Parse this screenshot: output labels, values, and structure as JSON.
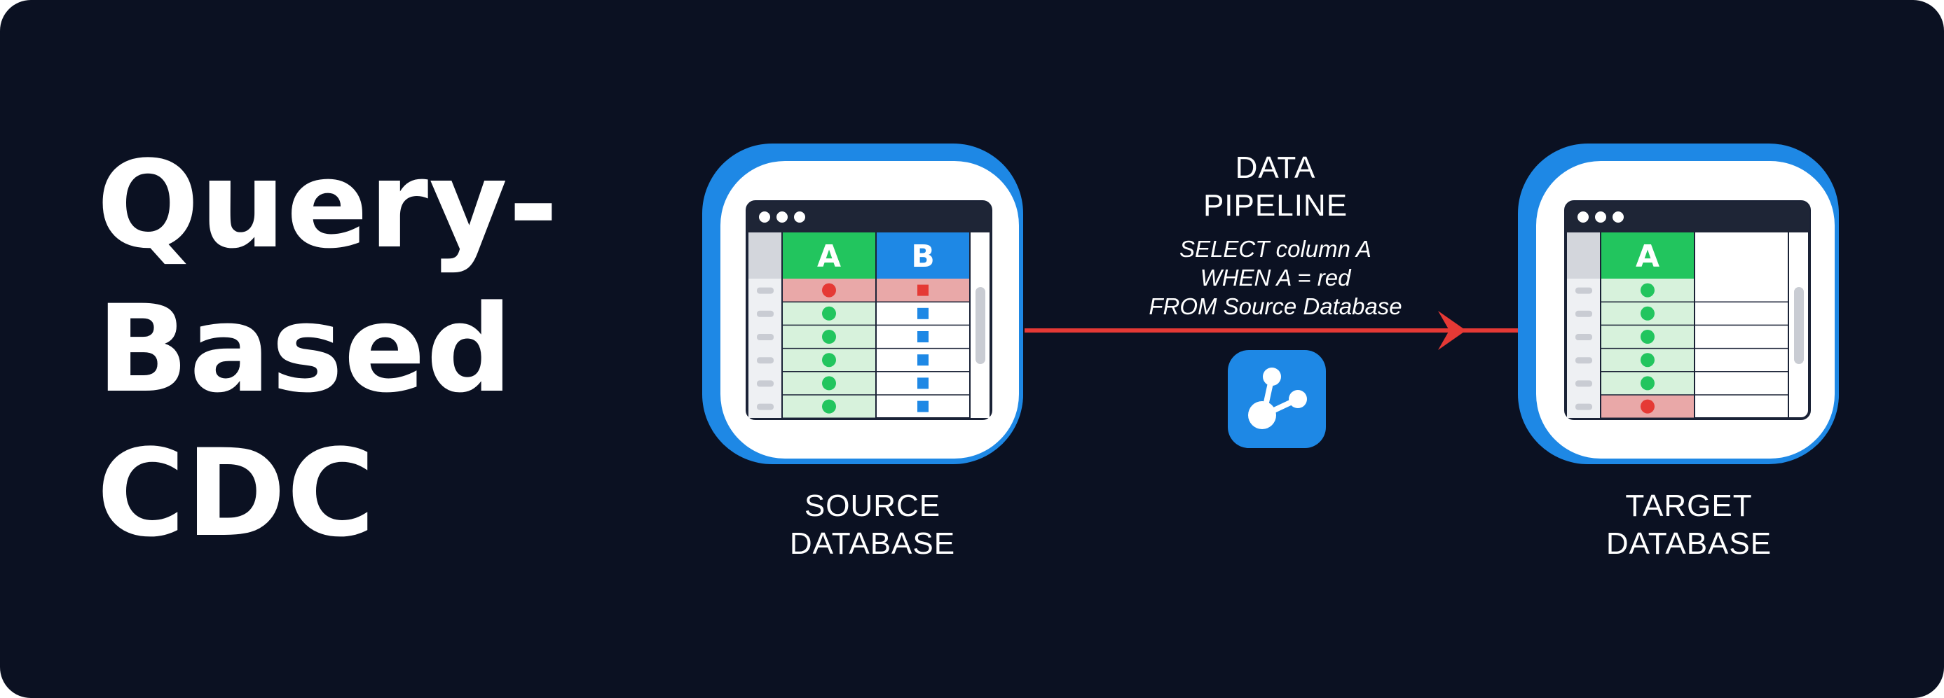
{
  "title": {
    "lines": [
      "Query-",
      "Based",
      "CDC"
    ]
  },
  "source": {
    "label_lines": [
      "SOURCE",
      "DATABASE"
    ],
    "columns": [
      "A",
      "B"
    ],
    "rows": [
      {
        "a": "red-dot",
        "b": "red-square",
        "highlight": true
      },
      {
        "a": "green-dot",
        "b": "blue-square",
        "highlight": false
      },
      {
        "a": "green-dot",
        "b": "blue-square",
        "highlight": false
      },
      {
        "a": "green-dot",
        "b": "blue-square",
        "highlight": false
      },
      {
        "a": "green-dot",
        "b": "blue-square",
        "highlight": false
      },
      {
        "a": "green-dot",
        "b": "blue-square",
        "highlight": false
      }
    ]
  },
  "pipeline": {
    "label_lines": [
      "DATA",
      "PIPELINE"
    ],
    "query_lines": [
      "SELECT column A",
      "WHEN A = red",
      "FROM Source Database"
    ],
    "icon": "pipeline-node-icon"
  },
  "target": {
    "label_lines": [
      "TARGET",
      "DATABASE"
    ],
    "columns": [
      "A"
    ],
    "rows": [
      {
        "a": "green-dot",
        "highlight": false
      },
      {
        "a": "green-dot",
        "highlight": false
      },
      {
        "a": "green-dot",
        "highlight": false
      },
      {
        "a": "green-dot",
        "highlight": false
      },
      {
        "a": "green-dot",
        "highlight": false
      },
      {
        "a": "red-dot",
        "highlight": true
      }
    ]
  },
  "colors": {
    "background": "#0b1122",
    "accent_blue": "#1e88e5",
    "column_green": "#22c55e",
    "column_blue": "#1e88e5",
    "highlight_red": "#e9a8a8",
    "dot_red": "#e53935",
    "arrow_red": "#e53935"
  }
}
